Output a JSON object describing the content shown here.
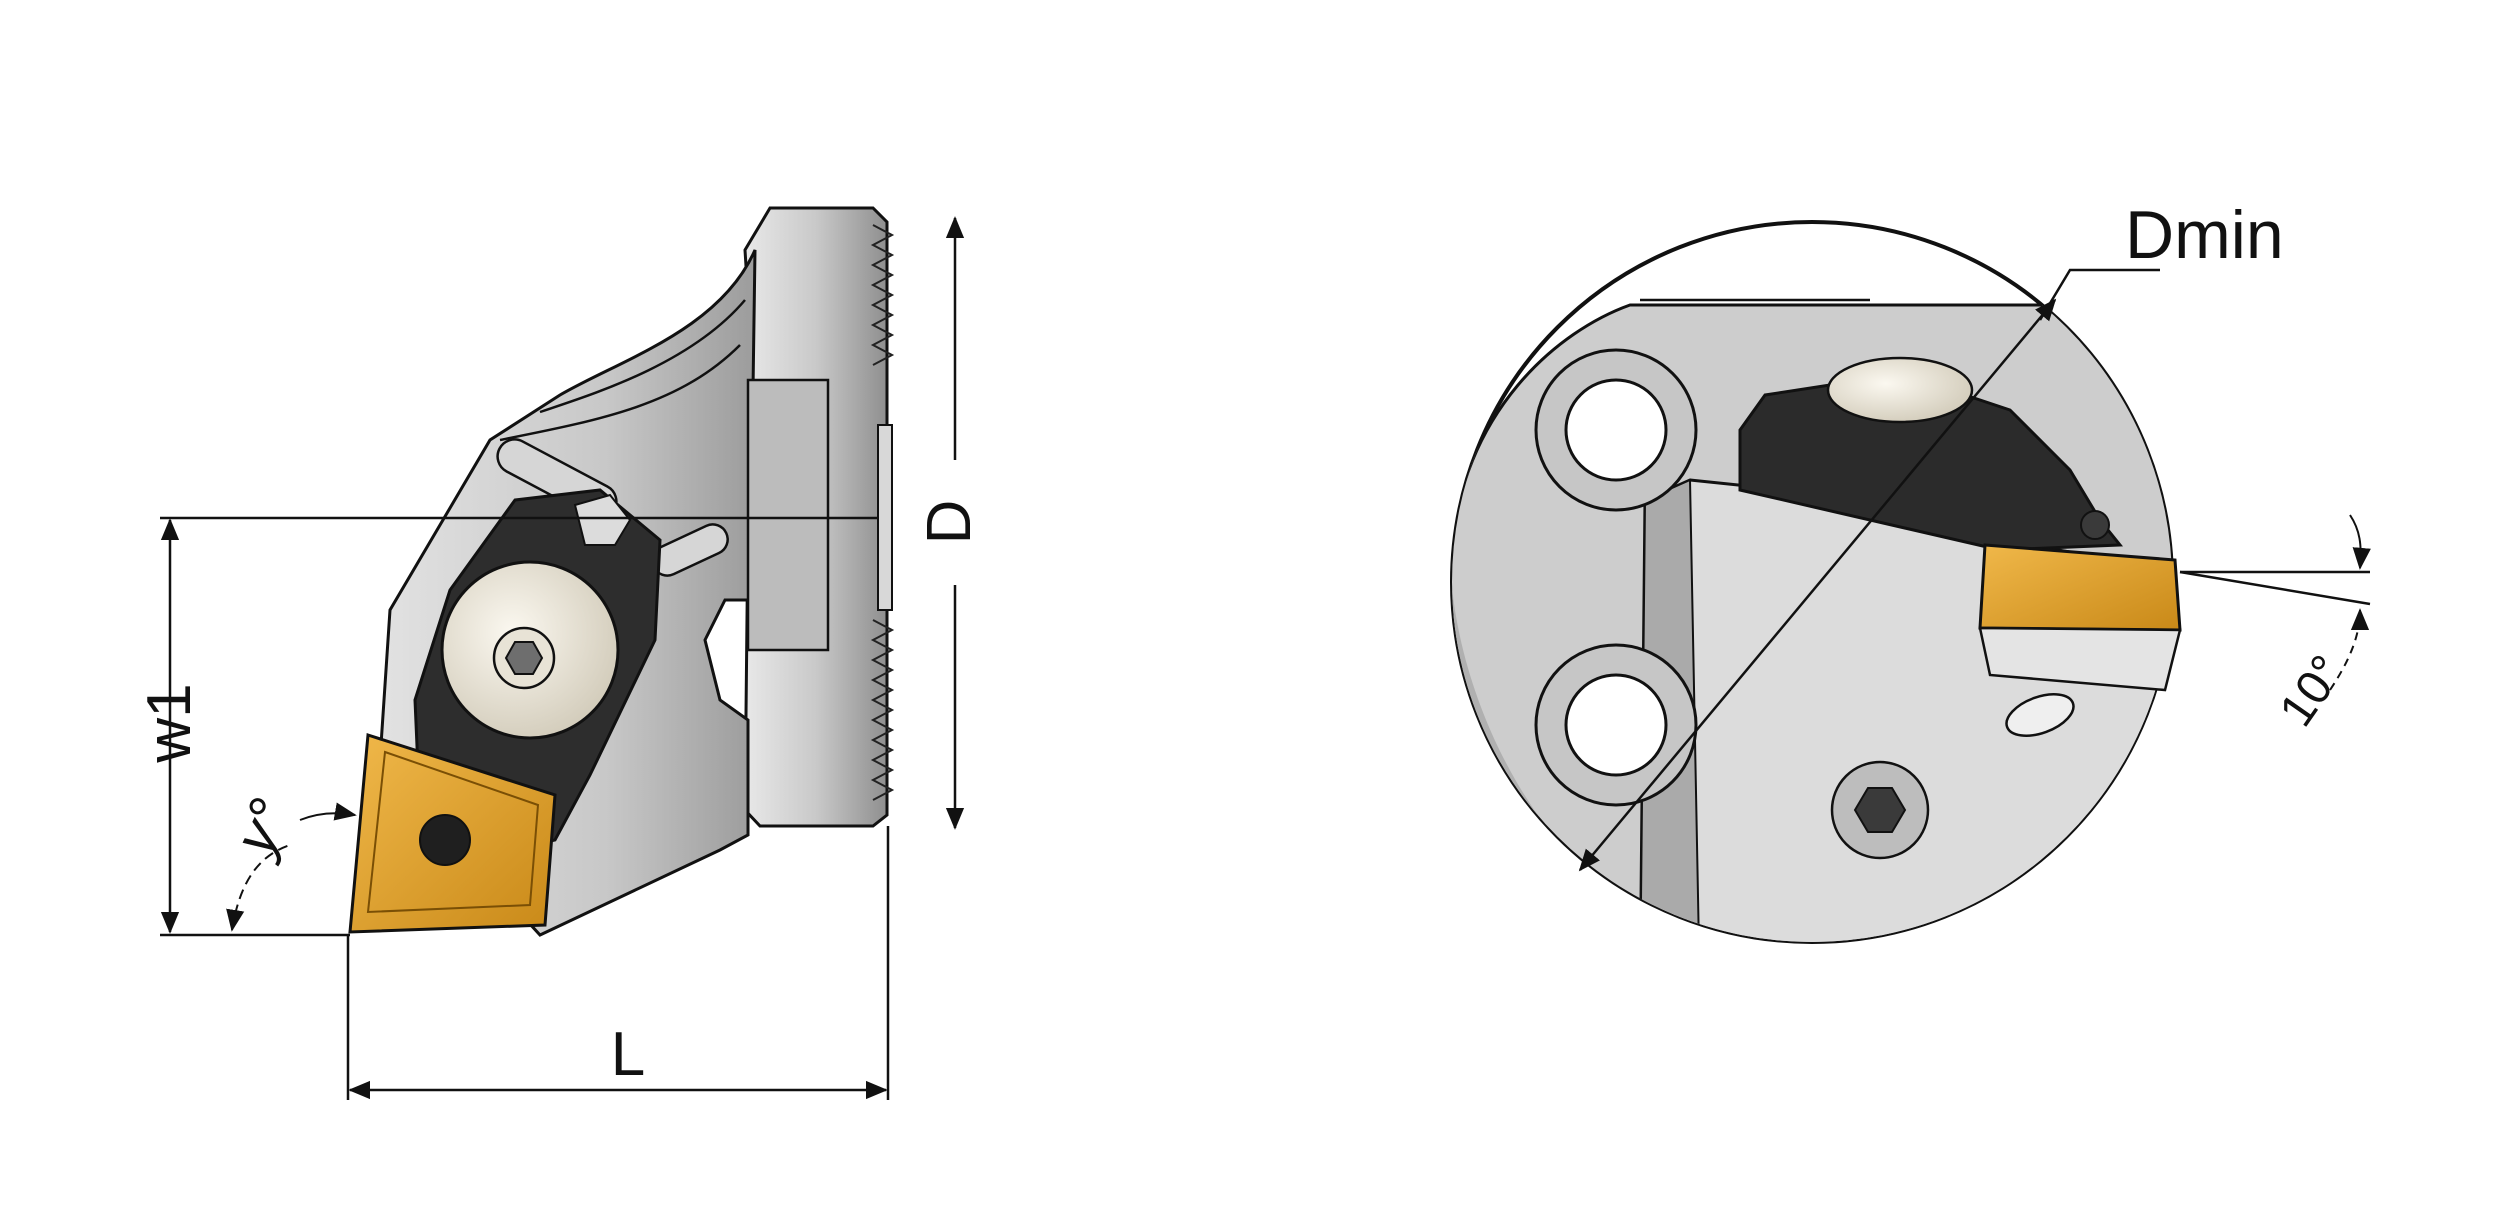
{
  "dimensions": {
    "length": "L",
    "diameter": "D",
    "width": "w1",
    "angle": "y°",
    "min_diameter": "Dmin",
    "angle_10": "10°"
  },
  "colors": {
    "holder": "#cbcbcb",
    "holder_shade": "#a9a9a9",
    "clamp": "#2b2b2b",
    "insert": "#e0a12a",
    "outline": "#111111",
    "screw": "#ebe6da"
  },
  "icons": [
    "hex-socket-screw-icon",
    "insert-screw-hole-icon"
  ]
}
